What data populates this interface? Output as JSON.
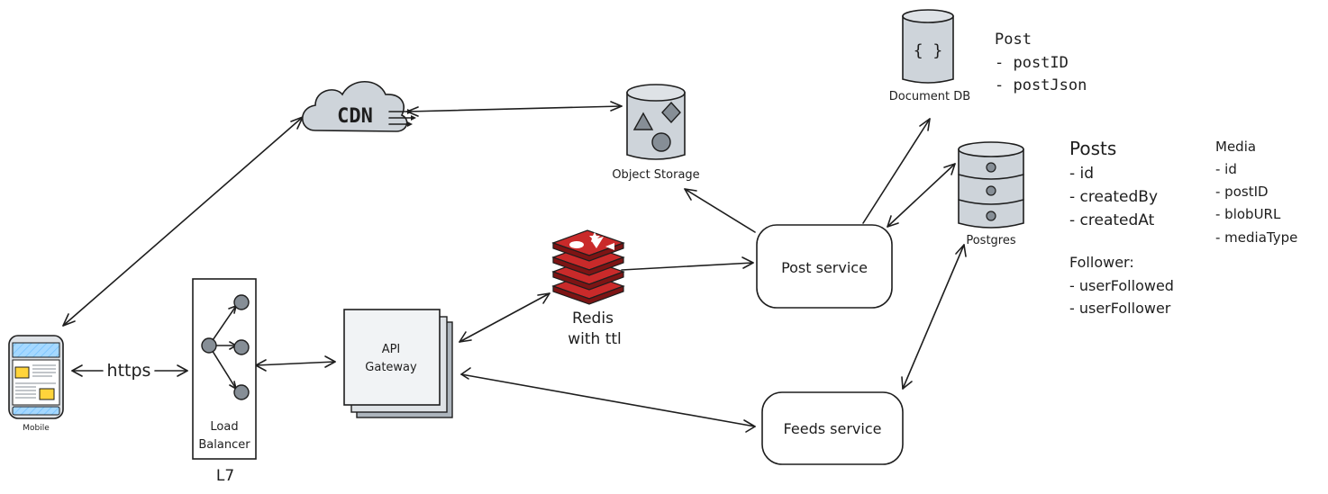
{
  "labels": {
    "cdn": "CDN",
    "object_storage": "Object Storage",
    "document_db": "Document DB",
    "document_db_icon": "{ }",
    "postgres": "Postgres",
    "mobile": "Mobile",
    "load_balancer_line1": "Load",
    "load_balancer_line2": "Balancer",
    "load_balancer_layer": "L7",
    "api_gateway_line1": "API",
    "api_gateway_line2": "Gateway",
    "redis_line1": "Redis",
    "redis_line2": "with ttl",
    "post_service": "Post service",
    "feeds_service": "Feeds service",
    "https": "https"
  },
  "schemas": {
    "post": {
      "title": "Post",
      "fields": [
        "- postID",
        "- postJson"
      ]
    },
    "posts": {
      "title": "Posts",
      "fields": [
        "- id",
        "- createdBy",
        "- createdAt"
      ]
    },
    "media": {
      "title": "Media",
      "fields": [
        "- id",
        "- postID",
        "- blobURL",
        "- mediaType"
      ]
    },
    "follower": {
      "title": "Follower:",
      "fields": [
        "- userFollowed",
        "- userFollower"
      ]
    }
  },
  "colors": {
    "stroke": "#1e1e1e",
    "cloud_fill": "#ced4da",
    "storage_fill": "#ced4da",
    "shape_fill": "#868e96",
    "redis_red": "#c92a2a",
    "redis_dark": "#7d1414",
    "gateway_fill": "#f1f3f5",
    "gateway_back": "#adb5bd",
    "mobile_screen": "#a5d8ff",
    "mobile_card": "#ffd43b"
  }
}
